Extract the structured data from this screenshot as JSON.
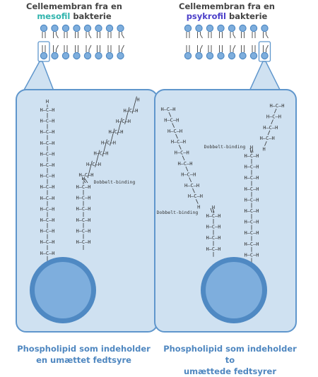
{
  "left": {
    "heading_line1": "Cellemembran fra en",
    "heading_accent": "mesofil",
    "heading_rest": " bakterie",
    "caption_line1": "Phospholipid som indeholder",
    "caption_line2": "en umættet fedtsyre",
    "bond_label": "Dobbelt-binding"
  },
  "right": {
    "heading_line1": "Cellemembran fra en",
    "heading_accent": "psykrofil",
    "heading_rest": " bakterie",
    "caption_line1": "Phospholipid som indeholder to",
    "caption_line2": "umættede fedtsyrer",
    "bond_label_top": "Dobbelt-binding",
    "bond_label_bottom": "Dobbelt-binding"
  },
  "chem": {
    "ch2": "H—C—H",
    "ch3_top": "H",
    "h": "H",
    "c": "C"
  },
  "colors": {
    "panel_fill": "#cfe1f1",
    "panel_stroke": "#5f96cc",
    "head_outer": "#4f89c3",
    "head_inner": "#7eaedd",
    "mesofil": "#2fb4ad",
    "psykrofil": "#4b3fc9",
    "caption": "#4f87c0"
  }
}
